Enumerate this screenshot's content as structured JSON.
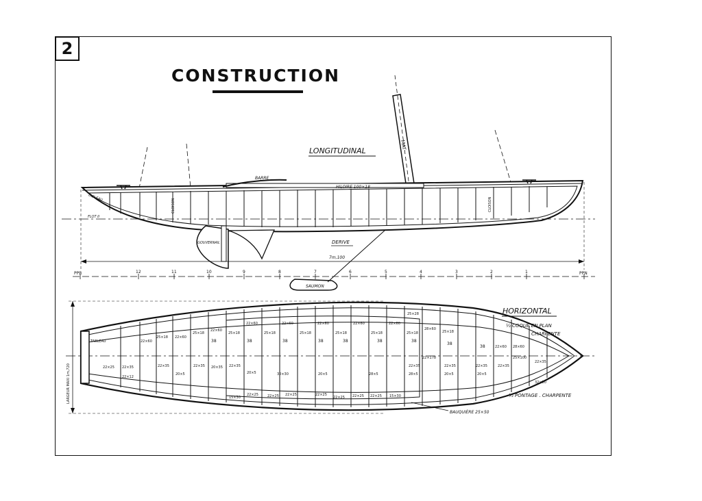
{
  "plate_number": "2",
  "title": "CONSTRUCTION",
  "longitudinal": {
    "heading": "LONGITUDINAL",
    "labels": {
      "mat": "MAT",
      "barre": "BARRE",
      "hiloire": "HILOIRE 100×18",
      "gouvernail": "GOUVERNAIL",
      "derive": "DERIVE",
      "saumon": "SAUMON",
      "flot": "FLOT II",
      "tableau": "TABLEAU",
      "cloison_aft": "CLOISON",
      "cloison_fwd": "CLOISON",
      "length": "7m,100"
    },
    "stations": [
      "PPR",
      "12",
      "11",
      "10",
      "9",
      "8",
      "7",
      "6",
      "5",
      "4",
      "3",
      "2",
      "1",
      "PPN"
    ]
  },
  "horizontal": {
    "heading": "HORIZONTAL",
    "half_hull": "½ COQUE EN PLAN",
    "charpente": "CHARPENTE",
    "half_deck": "½ PONTAGE . CHARPENTE",
    "bauquiere": "BAUQUIÈRE 25×50",
    "beam_label": "LARGEUR MAXI 1m,720",
    "tableau": "TABLEAU",
    "dims_top": [
      "22×60",
      "22×60",
      "22×60",
      "22×60",
      "22×60",
      "22×60",
      "22×60",
      "25×18",
      "25×18",
      "25×18",
      "25×18",
      "25×18",
      "25×18",
      "25×18",
      "25×18",
      "25×18",
      "22×60",
      "28×60",
      "22×60",
      "28×60"
    ],
    "dims_mid": [
      "38",
      "38",
      "38",
      "38",
      "38",
      "38",
      "38",
      "38",
      "38"
    ],
    "dims_lower": [
      "22×25",
      "22×35",
      "22×35",
      "22×35",
      "20×35",
      "22×35",
      "20×5",
      "20×5",
      "30×30",
      "20×5",
      "28×5",
      "22×35",
      "28×5",
      "22×35",
      "20×5",
      "22×35",
      "22×35",
      "22×35",
      "20×5"
    ],
    "dims_bottom": [
      "15×30",
      "22×25",
      "22×25",
      "22×25",
      "22×25",
      "22×25",
      "22×25",
      "22×25",
      "15×30"
    ],
    "misc": [
      "32×50",
      "22×178",
      "25×100",
      "25×28",
      "22×12"
    ]
  }
}
